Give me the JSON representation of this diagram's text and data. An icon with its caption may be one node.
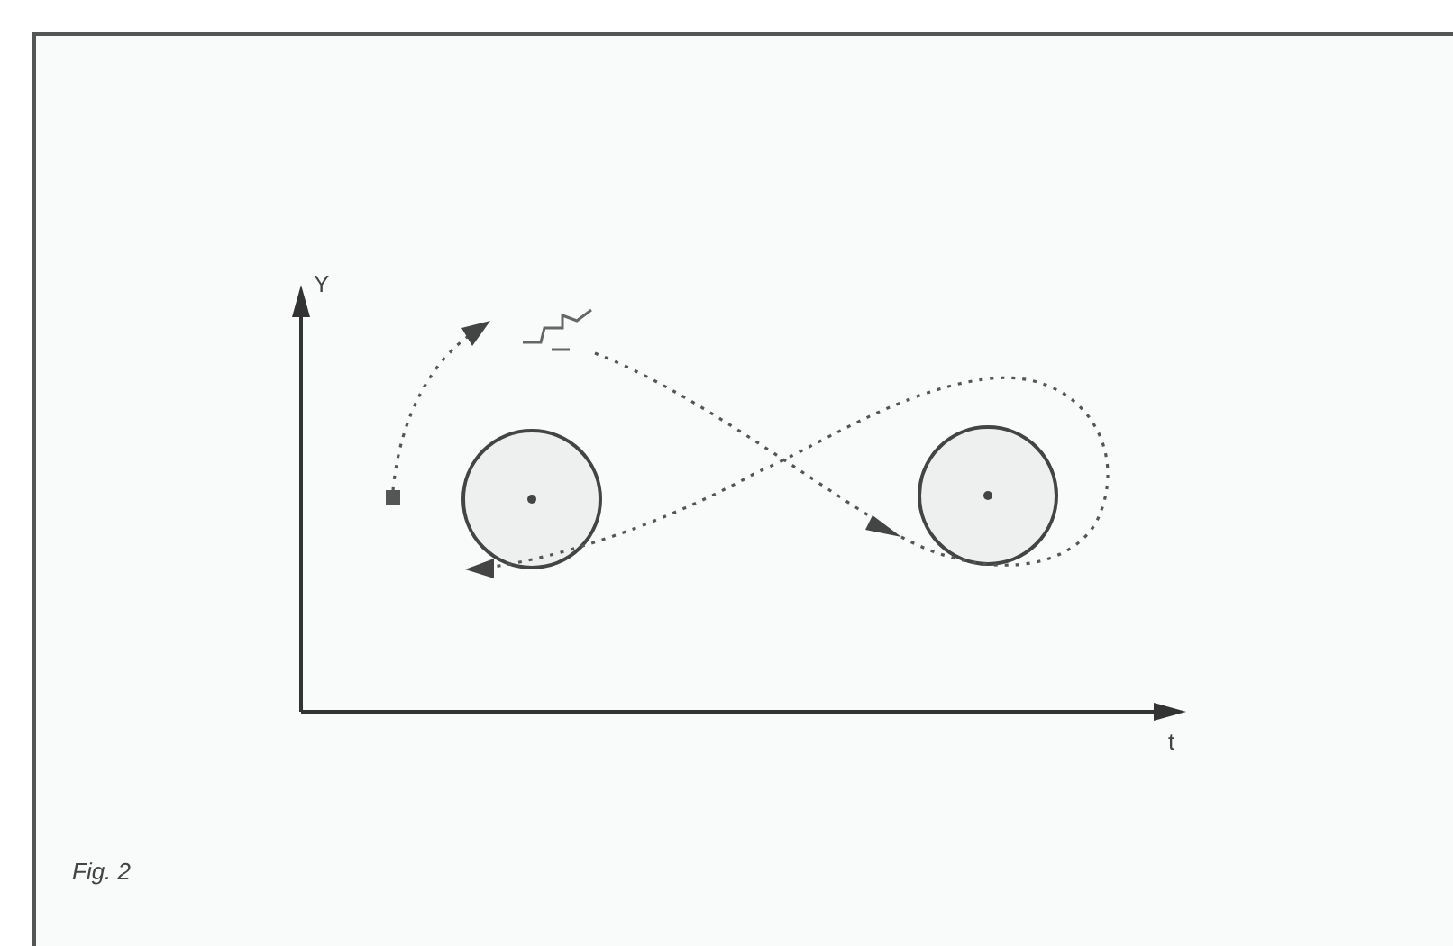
{
  "diagram": {
    "caption": "Fig. 2",
    "nodes": [
      {
        "text": [],
        "shape": "circle"
      },
      {
        "text": [],
        "shape": "circle"
      }
    ],
    "labels": [
      "Y",
      "t"
    ]
  }
}
